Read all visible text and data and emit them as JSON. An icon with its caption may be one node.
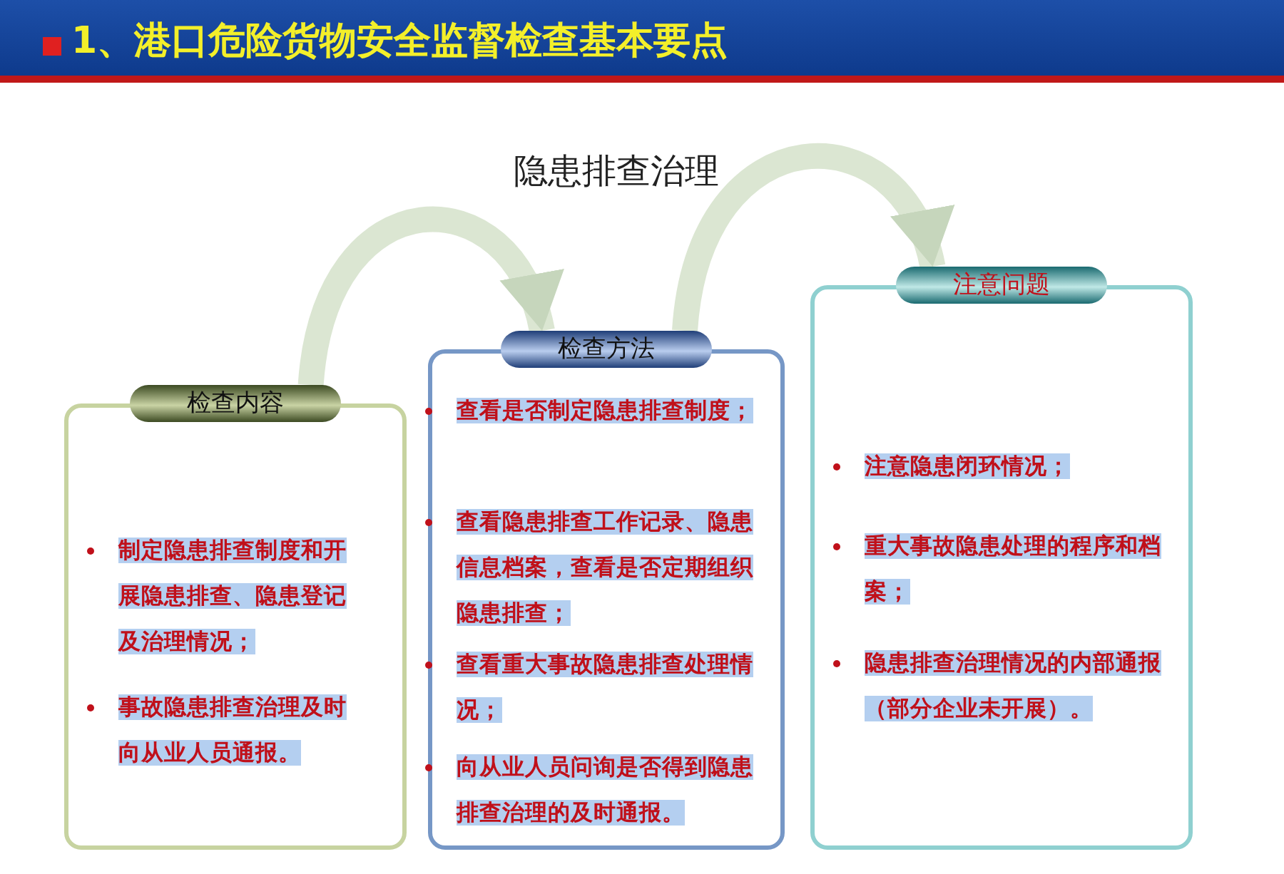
{
  "diagram": {
    "title": "1、港口危险货物安全监督检查基本要点",
    "nodes": [
      {
        "text": [
          "检查内容",
          "制定隐患排查制度和开展隐患排查、隐患登记及治理情况；",
          "事故隐患排查治理及时向从业人员通报。"
        ]
      },
      {
        "text": [
          "检查方法",
          "查看是否制定隐患排查制度；",
          "查看隐患排查工作记录、隐患信息档案，查看是否定期组织隐患排查；",
          "查看重大事故隐患排查处理情况；",
          "向从业人员问询是否得到隐患排查治理的及时通报。"
        ]
      },
      {
        "text": [
          "注意问题",
          "注意隐患闭环情况；",
          "重大事故隐患处理的程序和档案；",
          "隐患排查治理情况的内部通报（部分企业未开展）。"
        ]
      }
    ],
    "edges": [
      {
        "from": 0,
        "to": 1,
        "arrow": "to"
      },
      {
        "from": 1,
        "to": 2,
        "arrow": "to"
      }
    ],
    "labels": [
      "隐患排查治理"
    ]
  }
}
